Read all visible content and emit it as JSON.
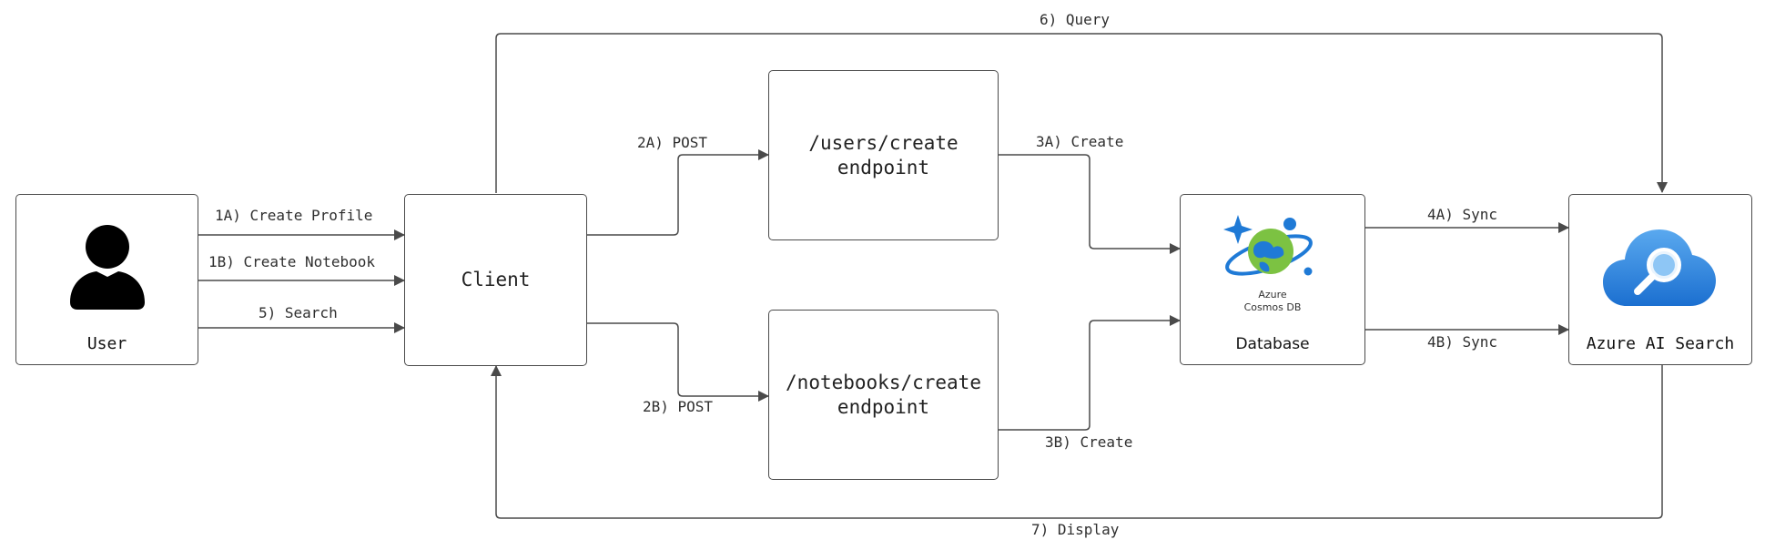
{
  "nodes": {
    "user": {
      "label": "User"
    },
    "client": {
      "label": "Client"
    },
    "users_endpoint": {
      "label": "/users/create\nendpoint"
    },
    "notebooks_endpoint": {
      "label": "/notebooks/create\nendpoint"
    },
    "database": {
      "label": "Database",
      "logo_line1": "Azure",
      "logo_line2": "Cosmos DB"
    },
    "search": {
      "label": "Azure AI Search"
    }
  },
  "edges": {
    "create_profile": "1A) Create Profile",
    "create_notebook": "1B) Create Notebook",
    "search": "5) Search",
    "post_users": "2A) POST",
    "post_notebooks": "2B) POST",
    "create_users": "3A) Create",
    "create_notebooks": "3B) Create",
    "sync_a": "4A) Sync",
    "sync_b": "4B) Sync",
    "query": "6) Query",
    "display": "7) Display"
  },
  "colors": {
    "line": "#4a4a4a",
    "azure_blue": "#1f7ad6",
    "cosmos_green": "#7cc242",
    "user_icon": "#000000"
  },
  "icons": {
    "user": "person-icon",
    "database": "azure-cosmos-db-icon",
    "search": "azure-ai-search-icon"
  }
}
